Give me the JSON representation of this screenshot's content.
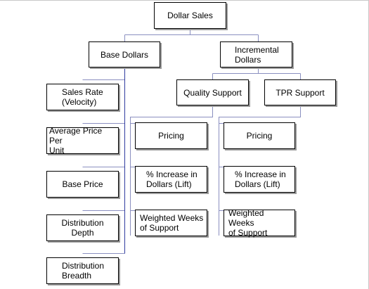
{
  "diagram": {
    "root": {
      "label": "Dollar Sales"
    },
    "base_dollars": {
      "label": "Base Dollars",
      "children": [
        "Sales Rate\n(Velocity)",
        "Average Price Per\nUnit",
        "Base Price",
        "Distribution Depth",
        "Distribution\nBreadth"
      ]
    },
    "incremental_dollars": {
      "label": "Incremental\nDollars",
      "quality_support": {
        "label": "Quality Support",
        "children": [
          "Pricing",
          "% Increase in\nDollars (Lift)",
          "Weighted Weeks\nof Support"
        ]
      },
      "tpr_support": {
        "label": "TPR Support",
        "children": [
          "Pricing",
          "% Increase in\nDollars (Lift)",
          "Weighted Weeks\nof Support"
        ]
      }
    }
  },
  "colors": {
    "box_border": "#000000",
    "connector": "#8a8fc0",
    "connector_main": "#2f3aa0",
    "shadow": "#9a9a9a"
  }
}
